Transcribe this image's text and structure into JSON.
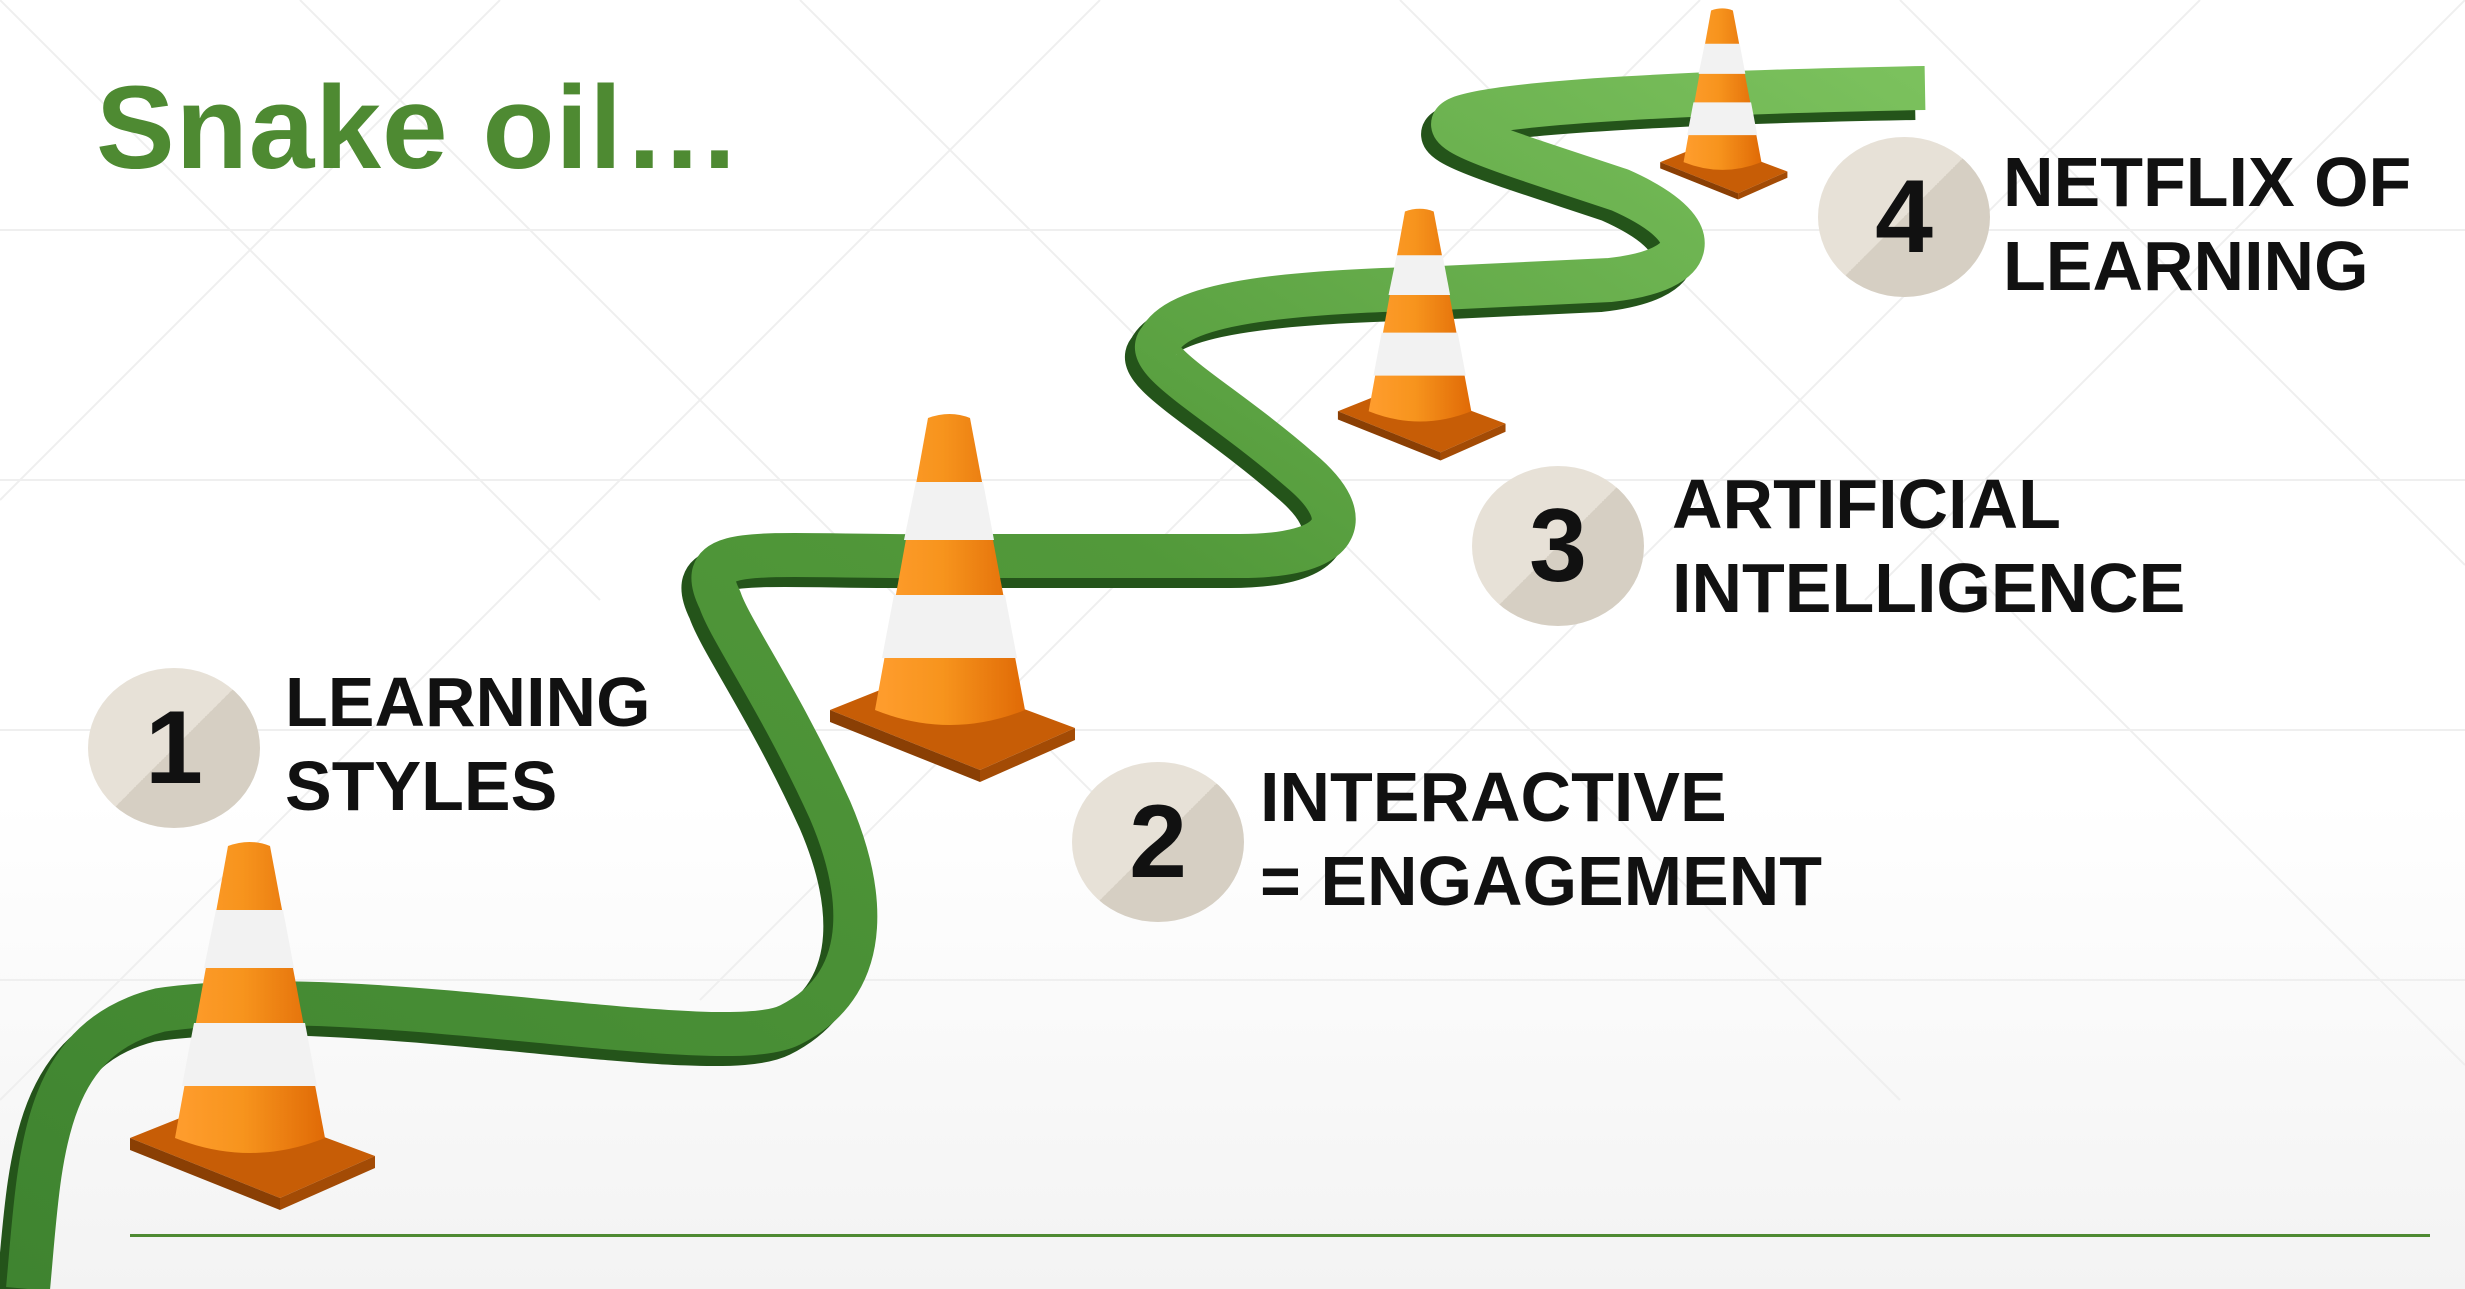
{
  "slide": {
    "title": "Snake oil…",
    "colors": {
      "title": "#4e8a32",
      "road": "#4f9637",
      "road_shadow": "#24541a",
      "cone_orange": "#f7941d",
      "cone_white": "#f2f2f2",
      "footer_rule": "#4e8a32",
      "badge": "#e3ddd2"
    }
  },
  "steps": [
    {
      "number": "1",
      "lines": [
        "LEARNING",
        "STYLES"
      ]
    },
    {
      "number": "2",
      "lines": [
        "INTERACTIVE",
        "= ENGAGEMENT"
      ]
    },
    {
      "number": "3",
      "lines": [
        "ARTIFICIAL",
        "INTELLIGENCE"
      ]
    },
    {
      "number": "4",
      "lines": [
        "NETFLIX OF",
        "LEARNING"
      ]
    }
  ],
  "icons": [
    "traffic-cone-icon",
    "winding-road-icon"
  ]
}
